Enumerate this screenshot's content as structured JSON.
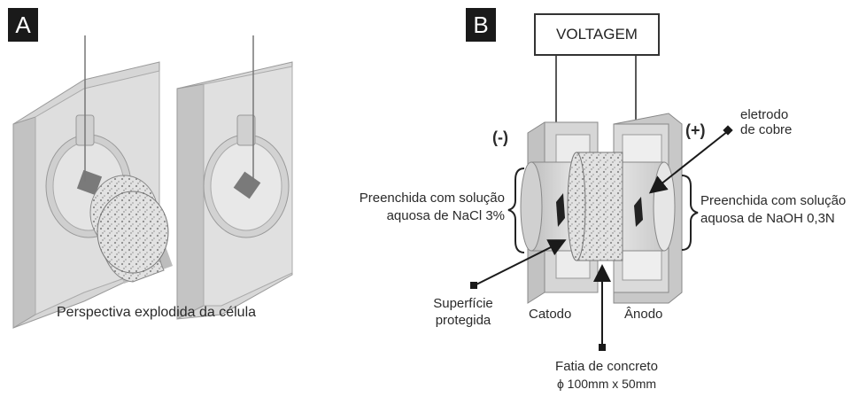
{
  "panel_a": {
    "tag": "A",
    "caption": "Perspectiva explodida da célula"
  },
  "panel_b": {
    "tag": "B",
    "voltage": "VOLTAGEM",
    "minus": "(-)",
    "plus": "(+)",
    "electrode": [
      "eletrodo",
      "de cobre"
    ],
    "left_fill": [
      "Preenchida com solução",
      "aquosa de NaCl 3%"
    ],
    "right_fill": [
      "Preenchida com solução",
      "aquosa de NaOH 0,3N"
    ],
    "surface": [
      "Superfície",
      "protegida"
    ],
    "cathode": "Catodo",
    "anode": "Ânodo",
    "slice": [
      "Fatia de concreto",
      "ϕ 100mm x 50mm"
    ]
  },
  "colors": {
    "block_face": "#dcdcdc",
    "block_side": "#c4c4c4",
    "block_top": "#ececec",
    "line": "#1a1a1a"
  }
}
